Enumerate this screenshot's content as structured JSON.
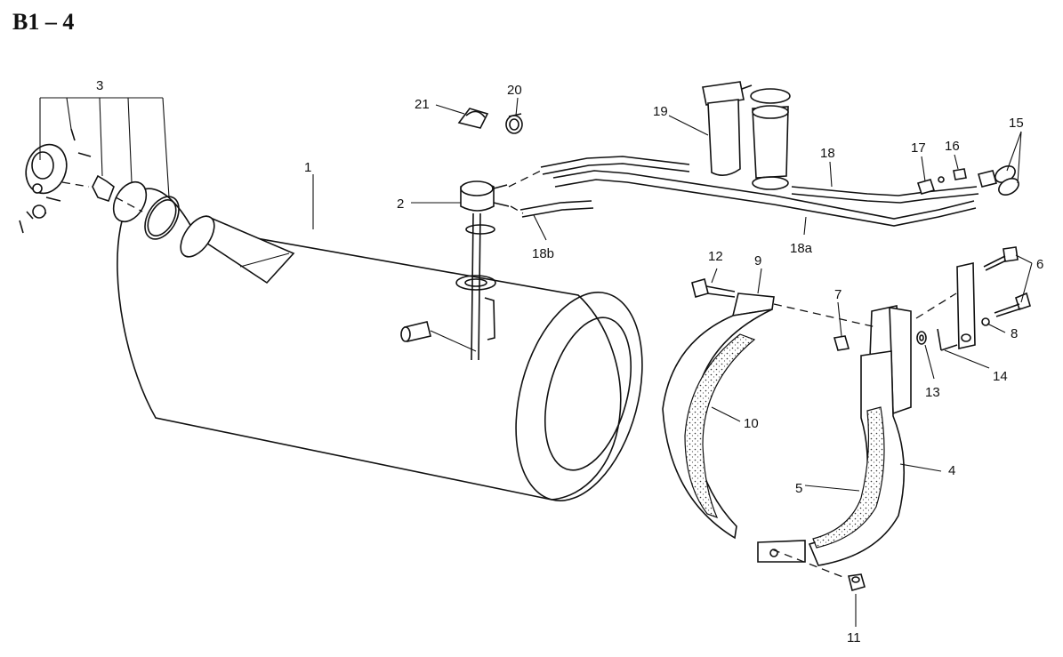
{
  "page_title": "B1 – 4",
  "callouts": {
    "n1": "1",
    "n2": "2",
    "n3": "3",
    "n4": "4",
    "n5": "5",
    "n6": "6",
    "n7": "7",
    "n8": "8",
    "n9": "9",
    "n10": "10",
    "n11": "11",
    "n12": "12",
    "n13": "13",
    "n14": "14",
    "n15": "15",
    "n16": "16",
    "n17": "17",
    "n18": "18",
    "n18a": "18a",
    "n18b": "18b",
    "n19": "19",
    "n20": "20",
    "n21": "21"
  }
}
